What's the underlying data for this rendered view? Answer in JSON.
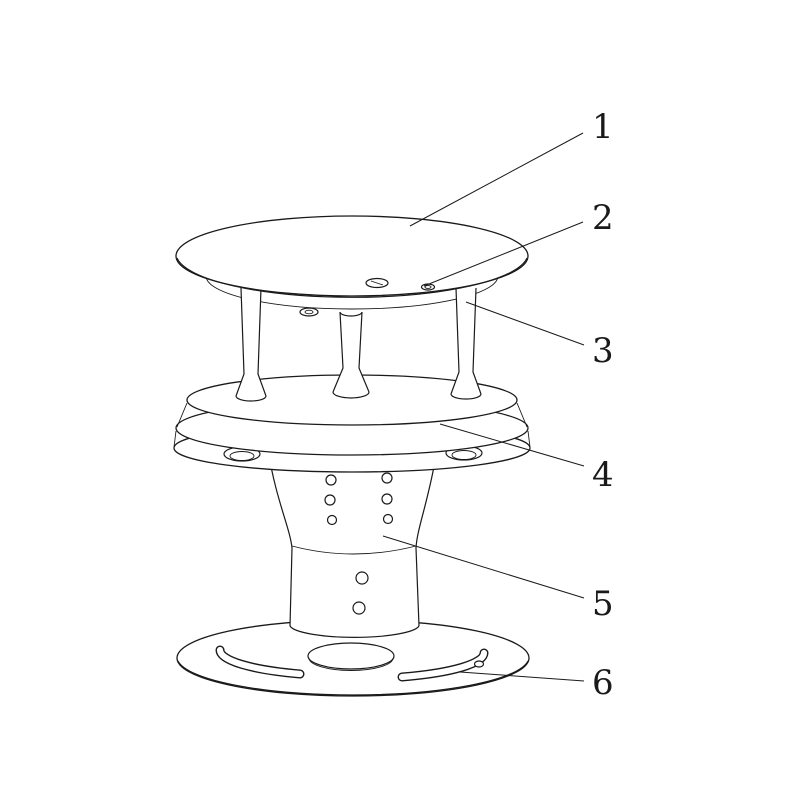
{
  "diagram": {
    "callouts": [
      {
        "label": "1"
      },
      {
        "label": "2"
      },
      {
        "label": "3"
      },
      {
        "label": "4"
      },
      {
        "label": "5"
      },
      {
        "label": "6"
      }
    ]
  },
  "colors": {
    "line": "#1a1a1a",
    "background": "#ffffff"
  }
}
